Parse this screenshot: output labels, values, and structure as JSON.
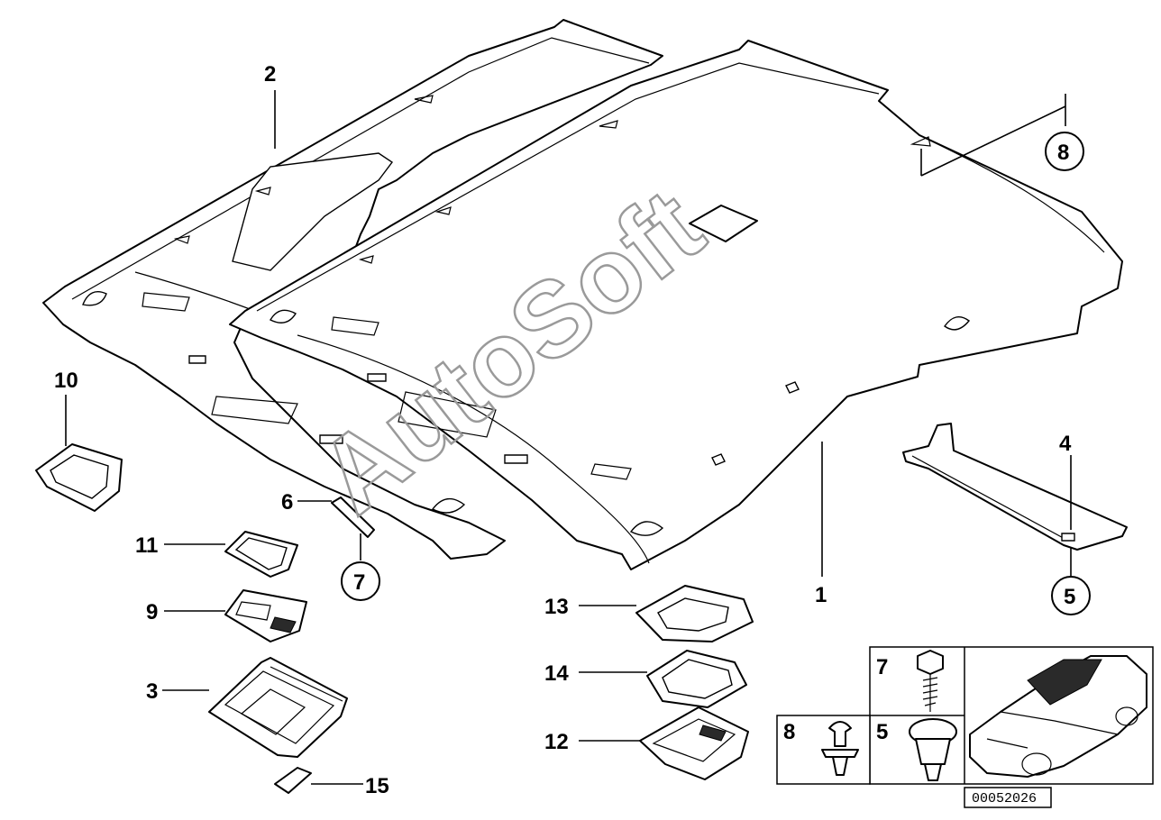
{
  "watermark": "AutoSoft",
  "reference_number": "00052026",
  "callouts": {
    "c1": "1",
    "c2": "2",
    "c3": "3",
    "c4": "4",
    "c5": "5",
    "c6": "6",
    "c7": "7",
    "c8": "8",
    "c9": "9",
    "c10": "10",
    "c11": "11",
    "c12": "12",
    "c13": "13",
    "c14": "14",
    "c15": "15"
  },
  "detail_box": {
    "label_7": "7",
    "label_8": "8",
    "label_5": "5"
  }
}
